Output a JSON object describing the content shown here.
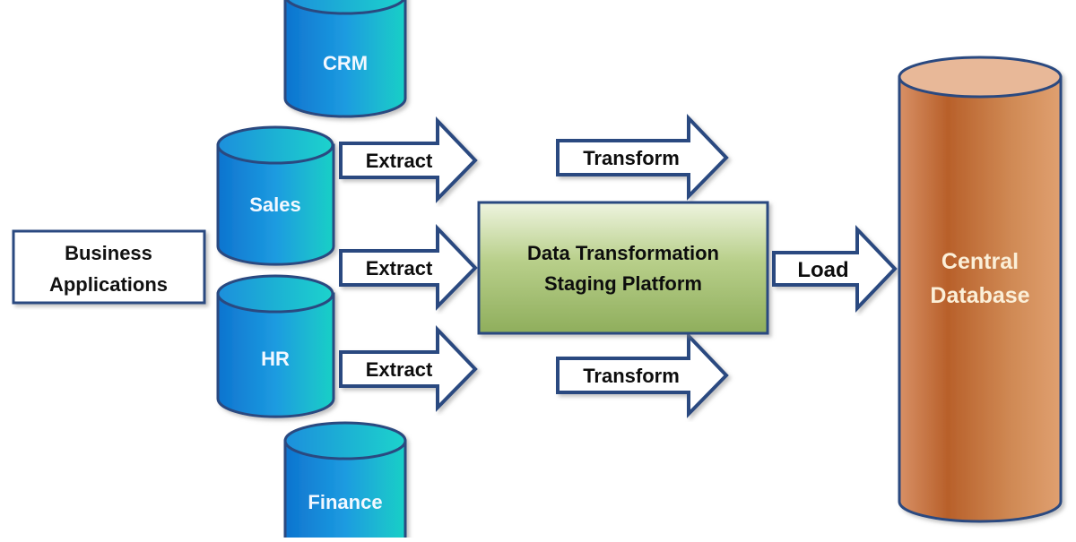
{
  "sources_label": [
    "Business",
    "Applications"
  ],
  "databases": {
    "crm": "CRM",
    "sales": "Sales",
    "hr": "HR",
    "finance": "Finance"
  },
  "extract": [
    "Extract",
    "Extract",
    "Extract"
  ],
  "transform": [
    "Transform",
    "Transform"
  ],
  "staging": [
    "Data Transformation",
    "Staging Platform"
  ],
  "load": "Load",
  "central": [
    "Central",
    "Database"
  ],
  "colors": {
    "blue_db": "#1a8fd8",
    "teal_db": "#16c4c8",
    "outline": "#2b4a80",
    "green": "#a9c27a",
    "orange": "#c8773d"
  }
}
